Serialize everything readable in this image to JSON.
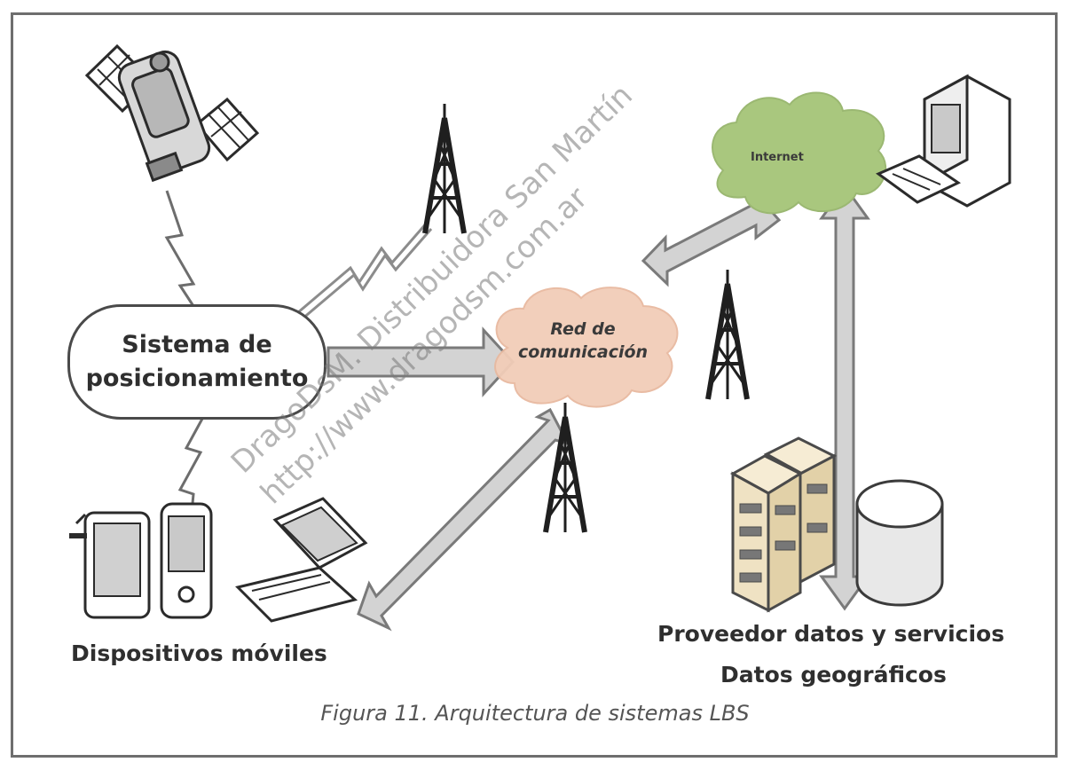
{
  "diagram": {
    "nodes": {
      "positioning_system": {
        "line1": "Sistema de",
        "line2": "posicionamiento"
      },
      "network": {
        "line1": "Red de",
        "line2": "comunicación"
      },
      "internet": {
        "label": "Internet"
      }
    },
    "labels": {
      "mobile_devices": "Dispositivos móviles",
      "provider": "Proveedor datos y servicios",
      "geo_data": "Datos geográficos"
    },
    "caption": "Figura 11. Arquitectura de sistemas LBS",
    "icons": [
      "satellite-icon",
      "antenna-tower-icon",
      "computer-icon",
      "tablet-icon",
      "phone-icon",
      "laptop-icon",
      "server-icon",
      "database-icon",
      "internet-cloud-icon",
      "network-cloud-icon"
    ],
    "colors": {
      "internet_cloud": "#a9c77e",
      "network_cloud": "#f2cdb8",
      "arrow_fill": "#d3d3d3",
      "arrow_stroke": "#7a7a7a",
      "server_fill": "#efe2c3"
    }
  },
  "watermark": {
    "line1": "DragoDsM. Distribuidora San Martín",
    "line2": "http://www.dragodsm.com.ar"
  }
}
